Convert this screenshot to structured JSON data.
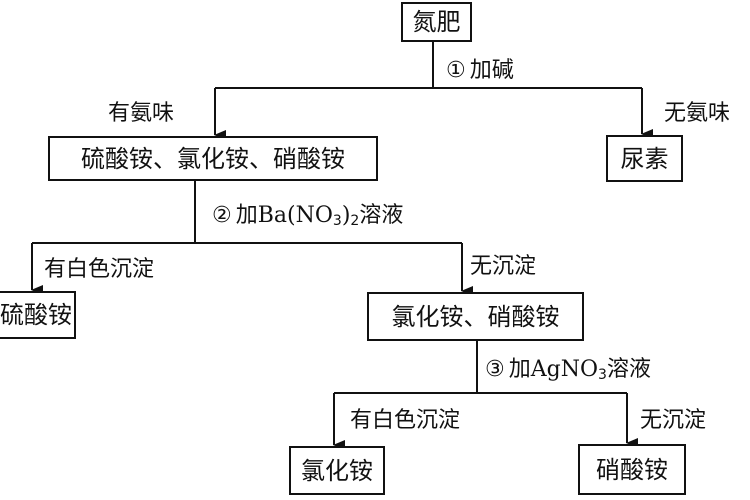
{
  "nodes": {
    "nitrogen_fertilizer": "氮肥",
    "three_salts": "硫酸铵、氯化铵、硝酸铵",
    "urea": "尿素",
    "ammonium_sulfate": "硫酸铵",
    "two_salts": "氯化铵、硝酸铵",
    "ammonium_chloride": "氯化铵",
    "ammonium_nitrate": "硝酸铵"
  },
  "steps": {
    "step1": {
      "num": "①",
      "text": "加碱"
    },
    "step2": {
      "num": "②",
      "prefix": "加",
      "formula_a": "Ba(NO",
      "sub": "3",
      "formula_b": ")",
      "sub2": "2",
      "suffix": "溶液"
    },
    "step3": {
      "num": "③",
      "prefix": "加",
      "formula_a": "AgNO",
      "sub": "3",
      "suffix": "溶液"
    }
  },
  "branch_labels": {
    "ammonia_smell": "有氨味",
    "no_ammonia_smell": "无氨味",
    "white_precipitate_1": "有白色沉淀",
    "no_precipitate_1": "无沉淀",
    "white_precipitate_2": "有白色沉淀",
    "no_precipitate_2": "无沉淀"
  }
}
